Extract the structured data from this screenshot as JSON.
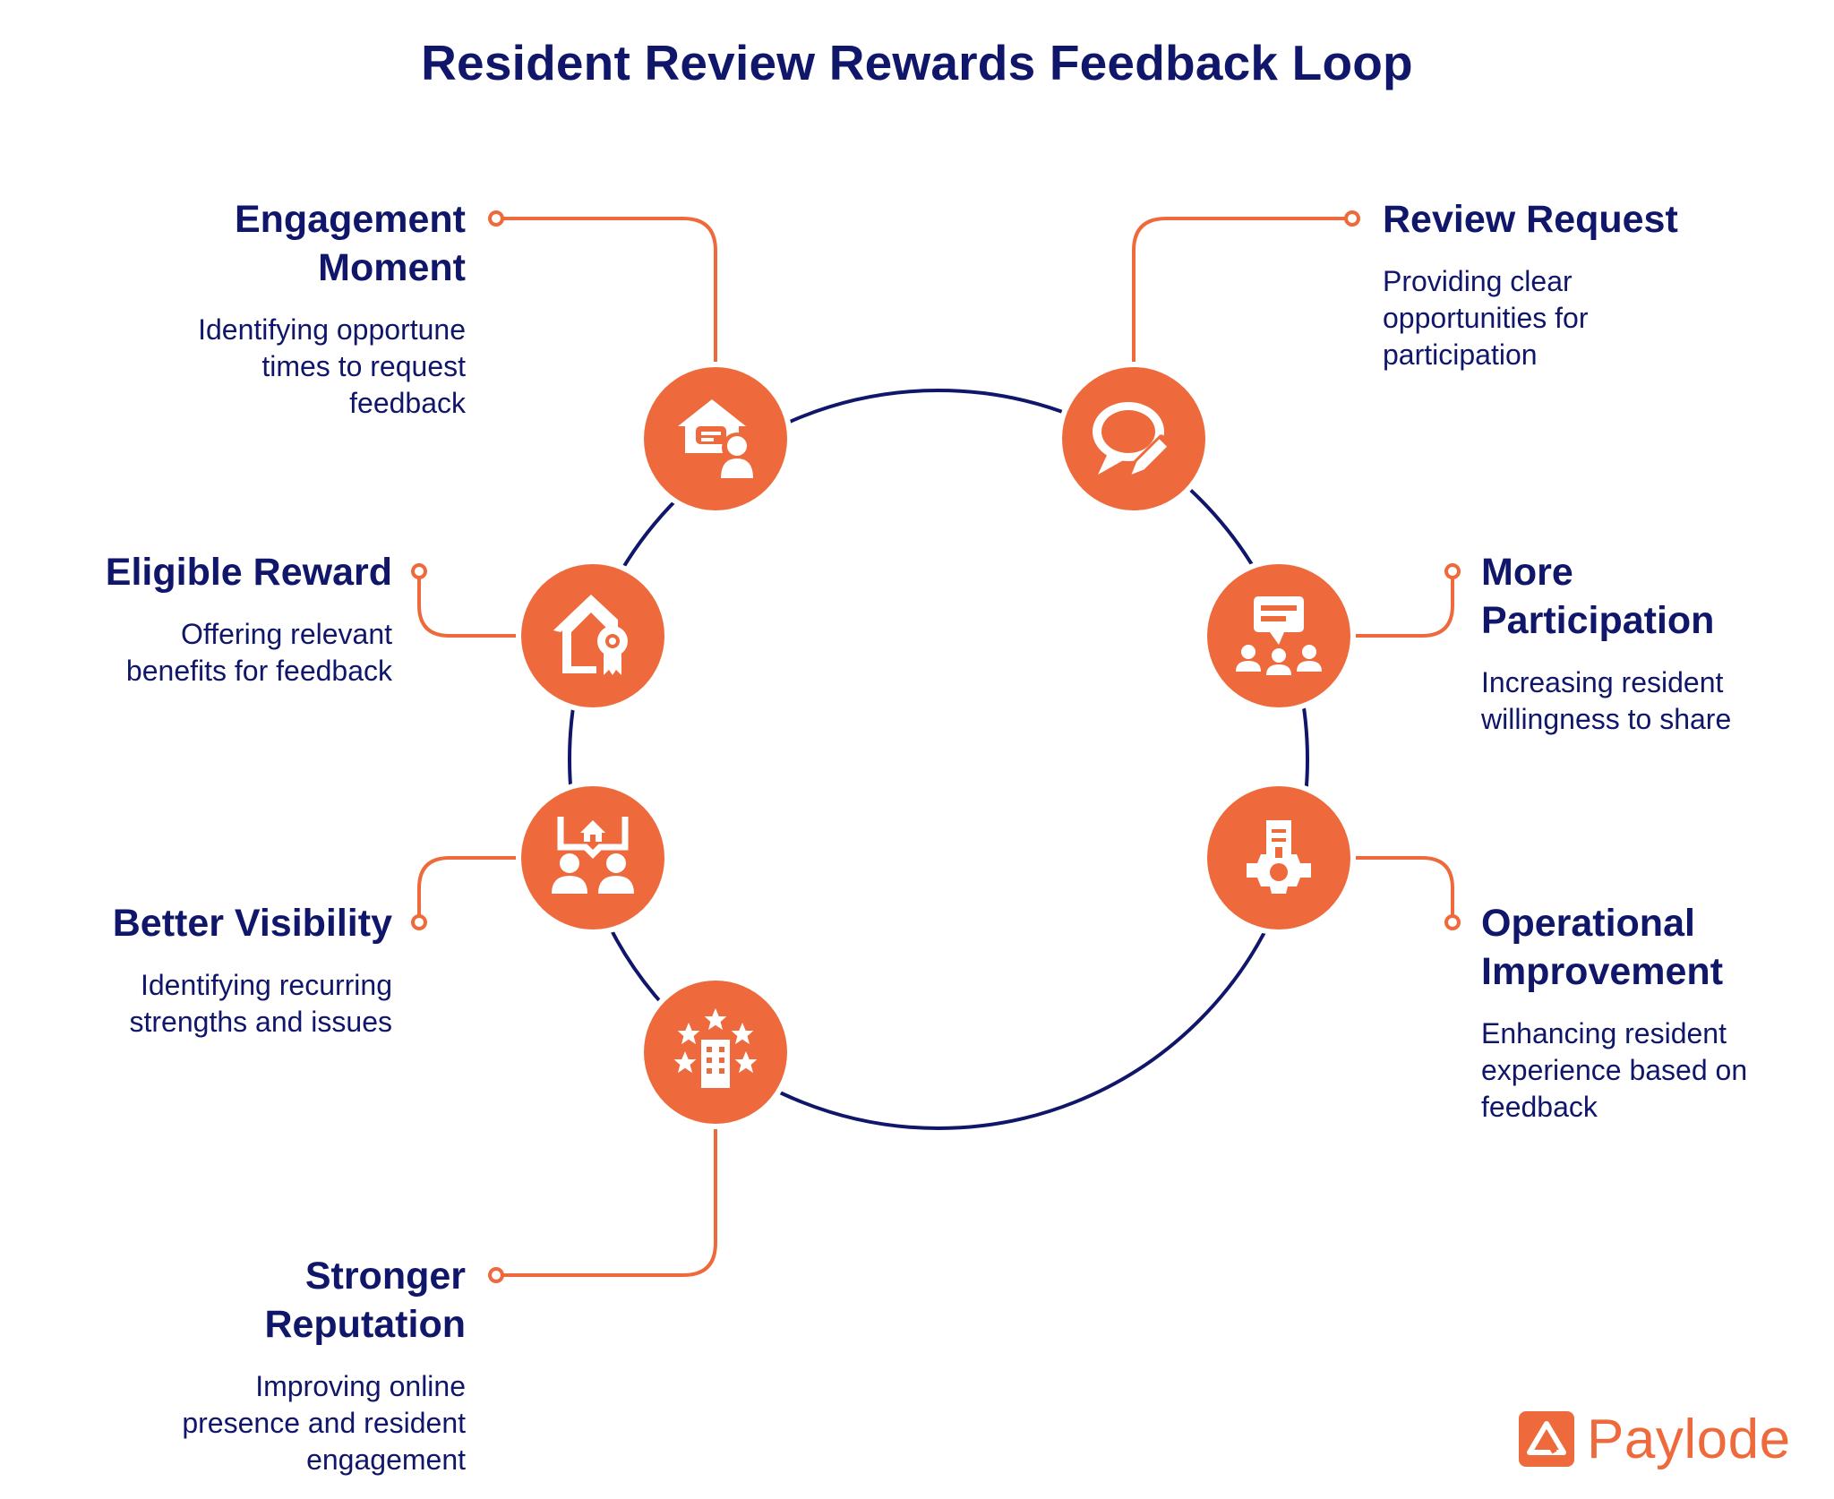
{
  "title": "Resident Review Rewards Feedback Loop",
  "nodes": [
    {
      "id": "engagement-moment",
      "icon": "house-chat-person-icon",
      "heading": "Engagement Moment",
      "heading_lines": [
        "Engagement",
        "Moment"
      ],
      "description_lines": [
        "Identifying opportune",
        "times to request",
        "feedback"
      ]
    },
    {
      "id": "review-request",
      "icon": "speech-bubble-pencil-icon",
      "heading": "Review Request",
      "heading_lines": [
        "Review Request"
      ],
      "description_lines": [
        "Providing clear",
        "opportunities for",
        "participation"
      ]
    },
    {
      "id": "more-participation",
      "icon": "group-chat-icon",
      "heading": "More Participation",
      "heading_lines": [
        "More",
        "Participation"
      ],
      "description_lines": [
        "Increasing resident",
        "willingness to share"
      ]
    },
    {
      "id": "operational-improvement",
      "icon": "building-gear-icon",
      "heading": "Operational Improvement",
      "heading_lines": [
        "Operational",
        "Improvement"
      ],
      "description_lines": [
        "Enhancing resident",
        "experience based on",
        "feedback"
      ]
    },
    {
      "id": "stronger-reputation",
      "icon": "building-stars-icon",
      "heading": "Stronger Reputation",
      "heading_lines": [
        "Stronger",
        "Reputation"
      ],
      "description_lines": [
        "Improving online",
        "presence and resident",
        "engagement"
      ]
    },
    {
      "id": "better-visibility",
      "icon": "people-house-board-icon",
      "heading": "Better Visibility",
      "heading_lines": [
        "Better Visibility"
      ],
      "description_lines": [
        "Identifying recurring",
        "strengths and issues"
      ]
    },
    {
      "id": "eligible-reward",
      "icon": "house-award-icon",
      "heading": "Eligible Reward",
      "heading_lines": [
        "Eligible Reward"
      ],
      "description_lines": [
        "Offering relevant",
        "benefits for feedback"
      ]
    }
  ],
  "logo": {
    "name": "Paylode",
    "icon": "paylode-logo-icon"
  },
  "colors": {
    "navy": "#10166a",
    "orange": "#ee6a3c",
    "white": "#ffffff"
  }
}
